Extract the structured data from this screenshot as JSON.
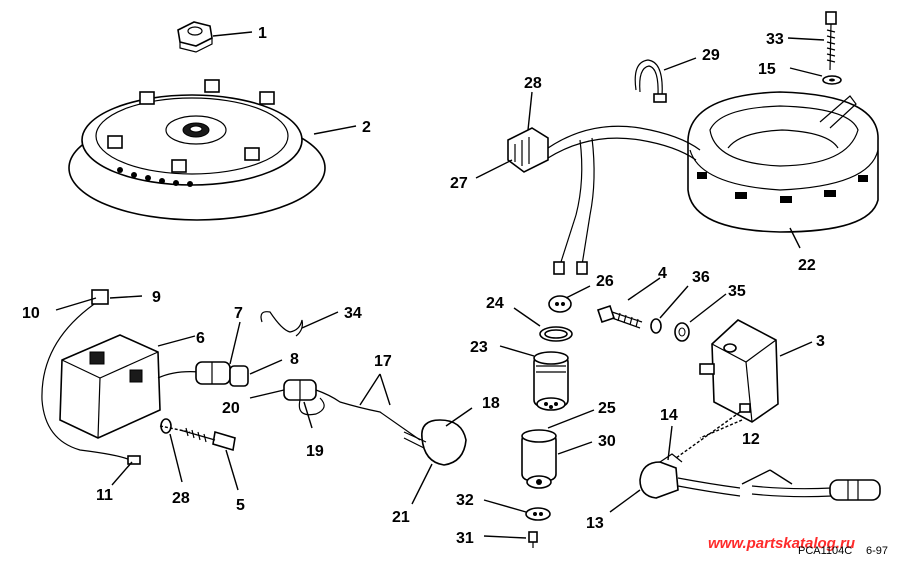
{
  "callouts": {
    "c1": "1",
    "c2": "2",
    "c3": "3",
    "c4": "4",
    "c5": "5",
    "c6": "6",
    "c7": "7",
    "c8": "8",
    "c9": "9",
    "c10": "10",
    "c11": "11",
    "c12": "12",
    "c13": "13",
    "c14": "14",
    "c15": "15",
    "c17": "17",
    "c18": "18",
    "c19": "19",
    "c20": "20",
    "c21": "21",
    "c22": "22",
    "c23": "23",
    "c24": "24",
    "c25": "25",
    "c26": "26",
    "c27": "27",
    "c28a": "28",
    "c28b": "28",
    "c29": "29",
    "c30": "30",
    "c31": "31",
    "c32": "32",
    "c33": "33",
    "c34": "34",
    "c35": "35",
    "c36": "36"
  },
  "watermark": "www.partskatalog.ru",
  "figure_code": "PCA1104C",
  "figure_date": "6-97"
}
